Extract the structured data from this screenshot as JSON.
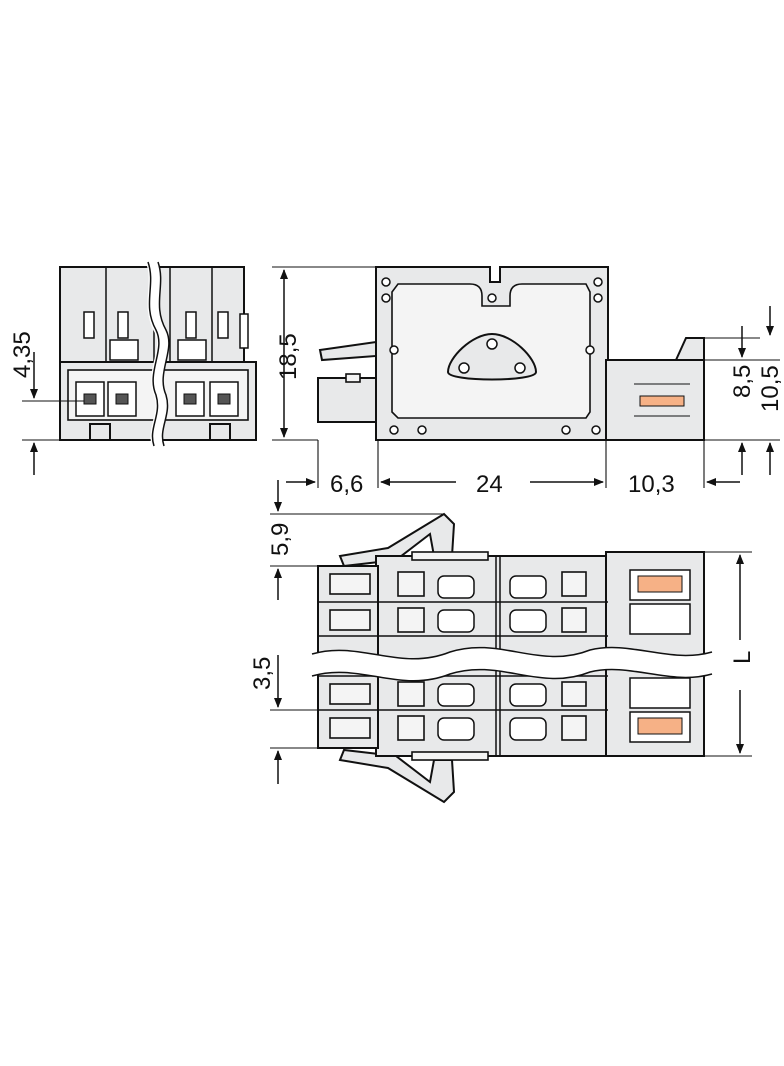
{
  "dimensions": {
    "front_pitch": "4,35",
    "height": "18,5",
    "left_offset": "6,6",
    "body_length": "24",
    "right_length": "10,3",
    "small_height": "8,5",
    "right_height": "10,5",
    "top_offset": "5,9",
    "pitch": "3,5",
    "length": "L"
  },
  "colors": {
    "housing": "#e8e9ea",
    "accent": "#f6b186",
    "outline": "#111111"
  }
}
